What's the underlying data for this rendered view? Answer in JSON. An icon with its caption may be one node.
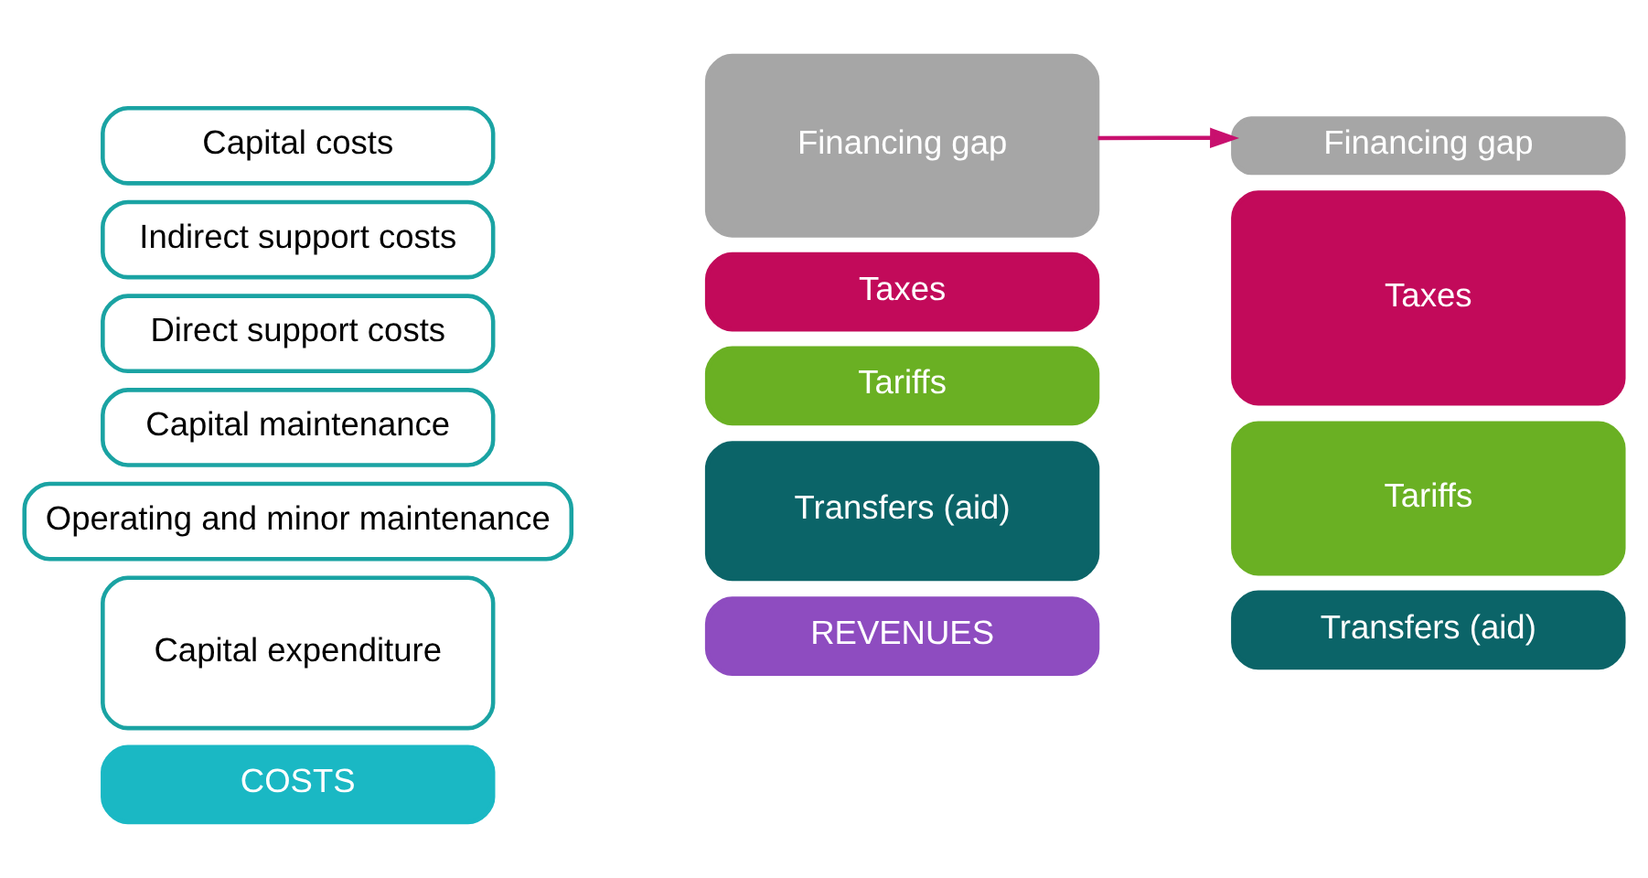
{
  "diagram": {
    "nodes": [
      {
        "text": [
          "Capital costs"
        ]
      },
      {
        "text": [
          "Indirect support costs"
        ]
      },
      {
        "text": [
          "Direct support costs"
        ]
      },
      {
        "text": [
          "Capital maintenance"
        ]
      },
      {
        "text": [
          "Operating and minor maintenance"
        ]
      },
      {
        "text": [
          "Capital expenditure"
        ]
      },
      {
        "text": [
          "COSTS"
        ]
      },
      {
        "text": [
          "Financing gap"
        ]
      },
      {
        "text": [
          "Taxes"
        ]
      },
      {
        "text": [
          "Tariffs"
        ]
      },
      {
        "text": [
          "Transfers (aid)"
        ]
      },
      {
        "text": [
          "REVENUES"
        ]
      },
      {
        "text": [
          "Financing gap"
        ]
      },
      {
        "text": [
          "Taxes"
        ]
      },
      {
        "text": [
          "Tariffs"
        ]
      },
      {
        "text": [
          "Transfers (aid)"
        ]
      }
    ],
    "edges": [
      {
        "from": 7,
        "to": 12,
        "arrow": "to",
        "color": "#c8106e"
      }
    ]
  }
}
